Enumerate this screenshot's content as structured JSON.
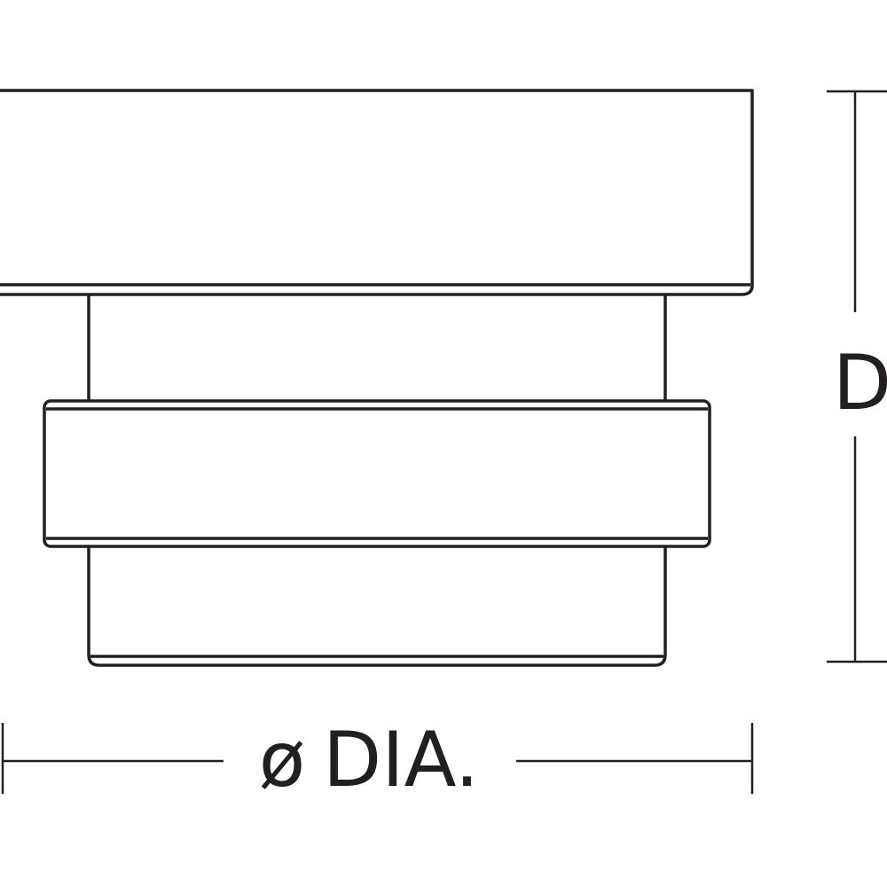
{
  "dimensions": {
    "depth_label": "D",
    "diameter_symbol": "ø",
    "diameter_label": "DIA."
  },
  "colors": {
    "line": "#231f20",
    "background": "#ffffff"
  }
}
